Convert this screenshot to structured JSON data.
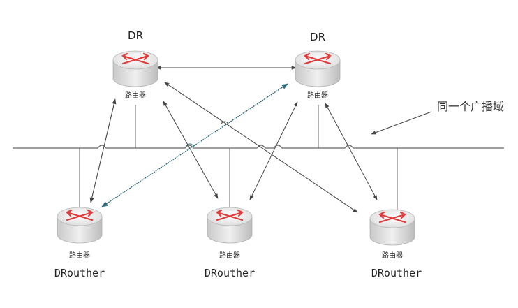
{
  "diagram": {
    "domain_label": "同一个广播域",
    "routers": [
      {
        "id": "dr1",
        "role": "DR",
        "caption": "路由器"
      },
      {
        "id": "dr2",
        "role": "DR",
        "caption": "路由器"
      },
      {
        "id": "dro1",
        "role": "DRouther",
        "caption": "路由器"
      },
      {
        "id": "dro2",
        "role": "DRouther",
        "caption": "路由器"
      },
      {
        "id": "dro3",
        "role": "DRouther",
        "caption": "路由器"
      }
    ],
    "colors": {
      "router_top": "#ffffff",
      "router_body": "#d8d8d8",
      "router_arrow": "#e23b3b",
      "line": "#555555",
      "teal_link": "#2d6b7a"
    }
  }
}
